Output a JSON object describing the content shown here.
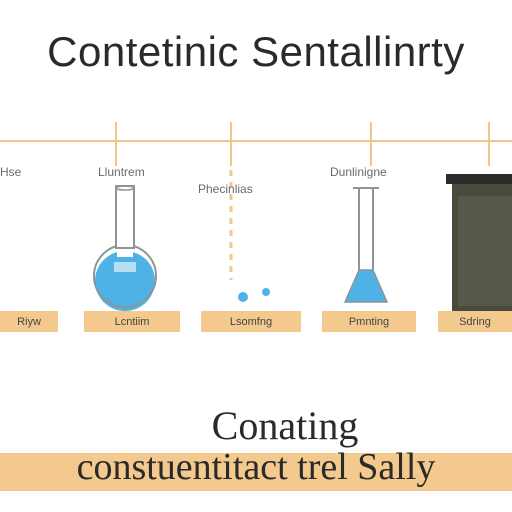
{
  "title": "Contetinic Sentallinrty",
  "stages": [
    {
      "label": "Hse",
      "plate": "Riyw"
    },
    {
      "label": "Lluntrem",
      "plate": "Lcntiim"
    },
    {
      "label": "Phecinlias",
      "plate": "Lsomfng"
    },
    {
      "label": "Dunlinigne",
      "plate": "Pmnting"
    },
    {
      "label": "",
      "plate": "Sdring"
    }
  ],
  "subtitle": "Conating",
  "banner": "constuentitact trel Sally",
  "colors": {
    "timeline": "#f2c58a",
    "plate": "#f3c98d",
    "liquid": "#4fb2e6",
    "glass": "#8e9499",
    "tank": "#4a4a3c",
    "tank_lid": "#2b2b2b"
  }
}
